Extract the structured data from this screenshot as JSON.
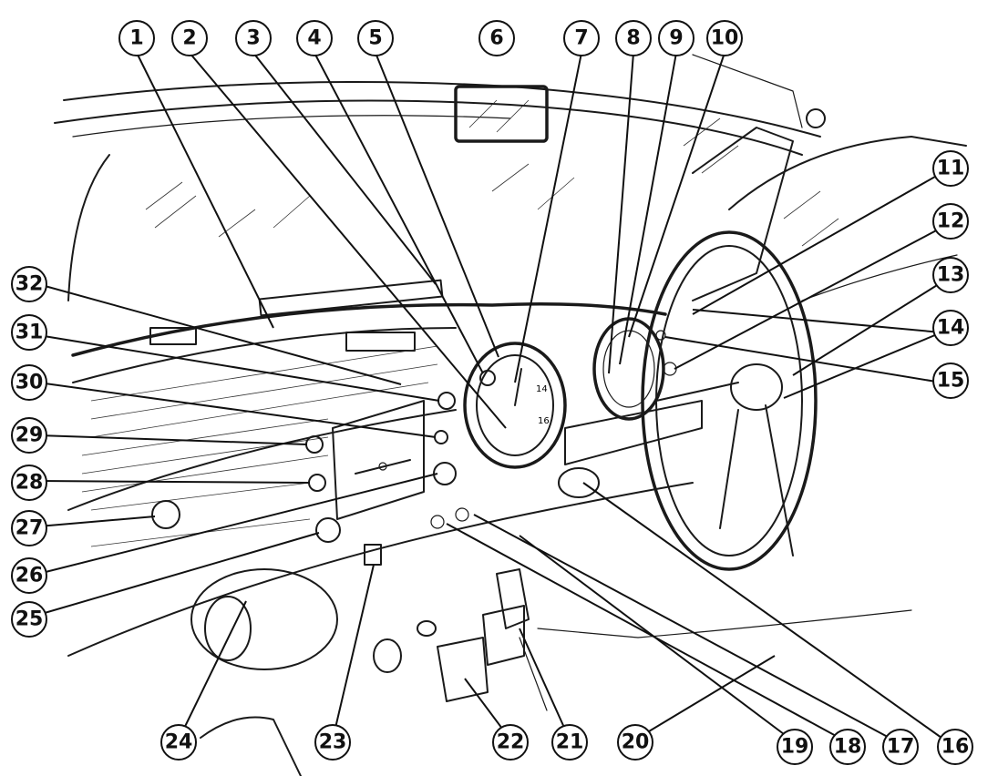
{
  "diagram": {
    "callouts": [
      {
        "number": "1"
      },
      {
        "number": "2"
      },
      {
        "number": "3"
      },
      {
        "number": "4"
      },
      {
        "number": "5"
      },
      {
        "number": "6"
      },
      {
        "number": "7"
      },
      {
        "number": "8"
      },
      {
        "number": "9"
      },
      {
        "number": "10"
      },
      {
        "number": "11"
      },
      {
        "number": "12"
      },
      {
        "number": "13"
      },
      {
        "number": "14"
      },
      {
        "number": "15"
      },
      {
        "number": "16"
      },
      {
        "number": "17"
      },
      {
        "number": "18"
      },
      {
        "number": "19"
      },
      {
        "number": "20"
      },
      {
        "number": "21"
      },
      {
        "number": "22"
      },
      {
        "number": "23"
      },
      {
        "number": "24"
      },
      {
        "number": "25"
      },
      {
        "number": "26"
      },
      {
        "number": "27"
      },
      {
        "number": "28"
      },
      {
        "number": "29"
      },
      {
        "number": "30"
      },
      {
        "number": "31"
      },
      {
        "number": "32"
      }
    ]
  },
  "colors": {
    "ink": "#1a1a1a",
    "paper": "#ffffff"
  }
}
